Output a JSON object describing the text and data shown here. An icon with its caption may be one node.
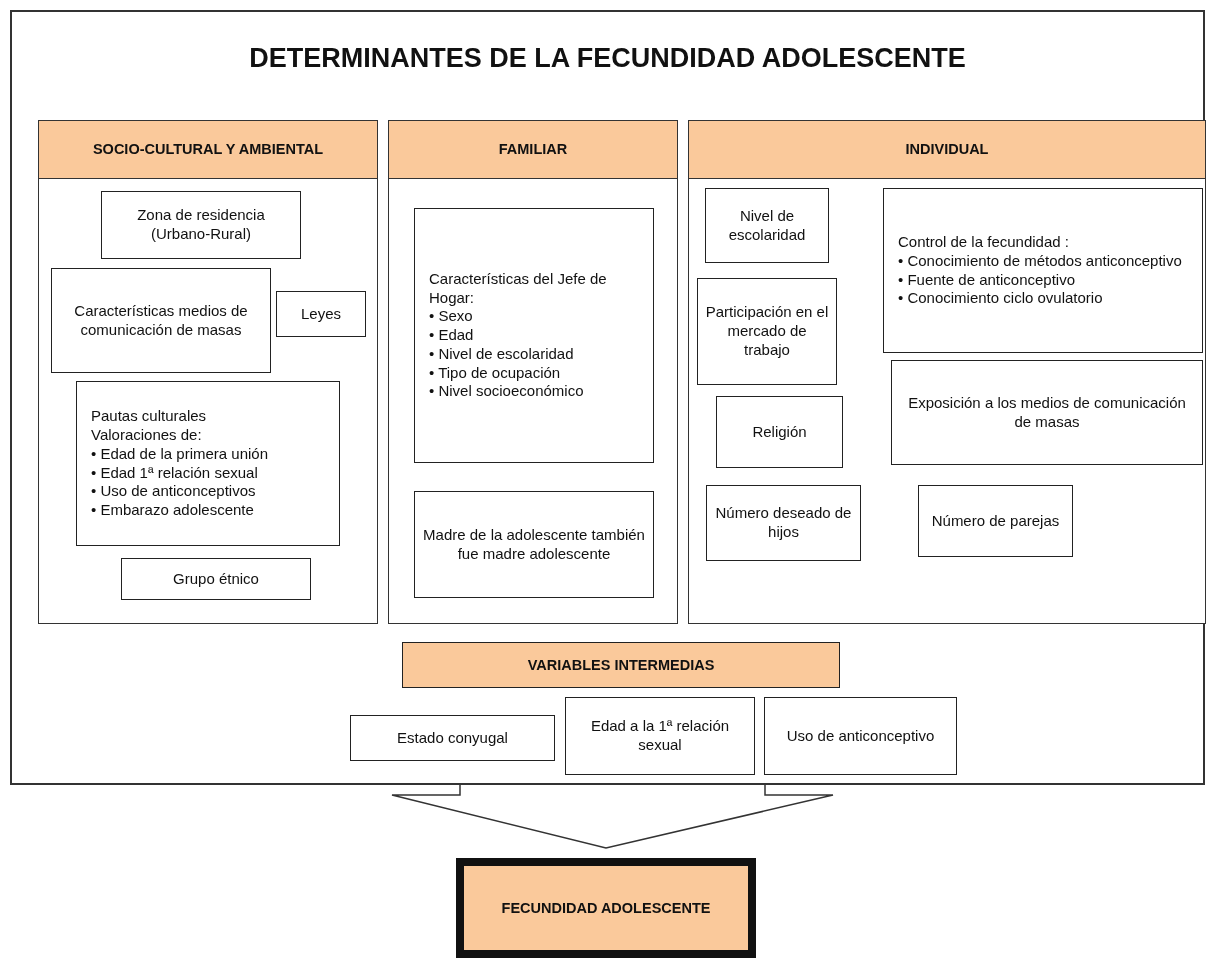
{
  "diagram": {
    "nodes": [
      {
        "text": [
          "DETERMINANTES DE LA FECUNDIDAD ADOLESCENTE"
        ]
      },
      {
        "text": [
          "SOCIO-CULTURAL Y AMBIENTAL"
        ],
        "in": 0
      },
      {
        "text": [
          "FAMILIAR"
        ],
        "in": 0
      },
      {
        "text": [
          "INDIVIDUAL"
        ],
        "in": 0
      },
      {
        "text": [
          "Zona de residencia (Urbano-Rural)"
        ],
        "in": 1
      },
      {
        "text": [
          "Características medios de comunicación de masas"
        ],
        "in": 1
      },
      {
        "text": [
          "Leyes"
        ],
        "in": 1
      },
      {
        "text": [
          "Pautas culturales",
          "Valoraciones de:",
          "• Edad de la primera unión",
          "• Edad 1ª relación sexual",
          "• Uso de anticonceptivos",
          "• Embarazo adolescente"
        ],
        "in": 1
      },
      {
        "text": [
          "Grupo étnico"
        ],
        "in": 1
      },
      {
        "text": [
          "Características del Jefe de Hogar:",
          "• Sexo",
          "• Edad",
          "• Nivel de escolaridad",
          "• Tipo de ocupación",
          "• Nivel socioeconómico"
        ],
        "in": 2
      },
      {
        "text": [
          "Madre de la adolescente también fue madre adolescente"
        ],
        "in": 2
      },
      {
        "text": [
          "Nivel de escolaridad"
        ],
        "in": 3
      },
      {
        "text": [
          "Control de la fecundidad :",
          "• Conocimiento de métodos anticonceptivo",
          "• Fuente de anticonceptivo",
          "• Conocimiento ciclo ovulatorio"
        ],
        "in": 3
      },
      {
        "text": [
          "Participación en el mercado de trabajo"
        ],
        "in": 3
      },
      {
        "text": [
          "Exposición a los medios de comunicación de masas"
        ],
        "in": 3
      },
      {
        "text": [
          "Religión"
        ],
        "in": 3
      },
      {
        "text": [
          "Número deseado de hijos"
        ],
        "in": 3
      },
      {
        "text": [
          "Número de parejas"
        ],
        "in": 3
      },
      {
        "text": [
          "VARIABLES INTERMEDIAS"
        ],
        "in": 0
      },
      {
        "text": [
          "Estado conyugal"
        ],
        "in": 0
      },
      {
        "text": [
          "Edad a la 1ª relación sexual"
        ],
        "in": 0
      },
      {
        "text": [
          "Uso de anticonceptivo"
        ],
        "in": 0
      },
      {
        "text": [
          "FECUNDIDAD ADOLESCENTE"
        ]
      }
    ],
    "edges": [
      {
        "from": 0,
        "to": 22,
        "arrow": "to"
      }
    ]
  }
}
